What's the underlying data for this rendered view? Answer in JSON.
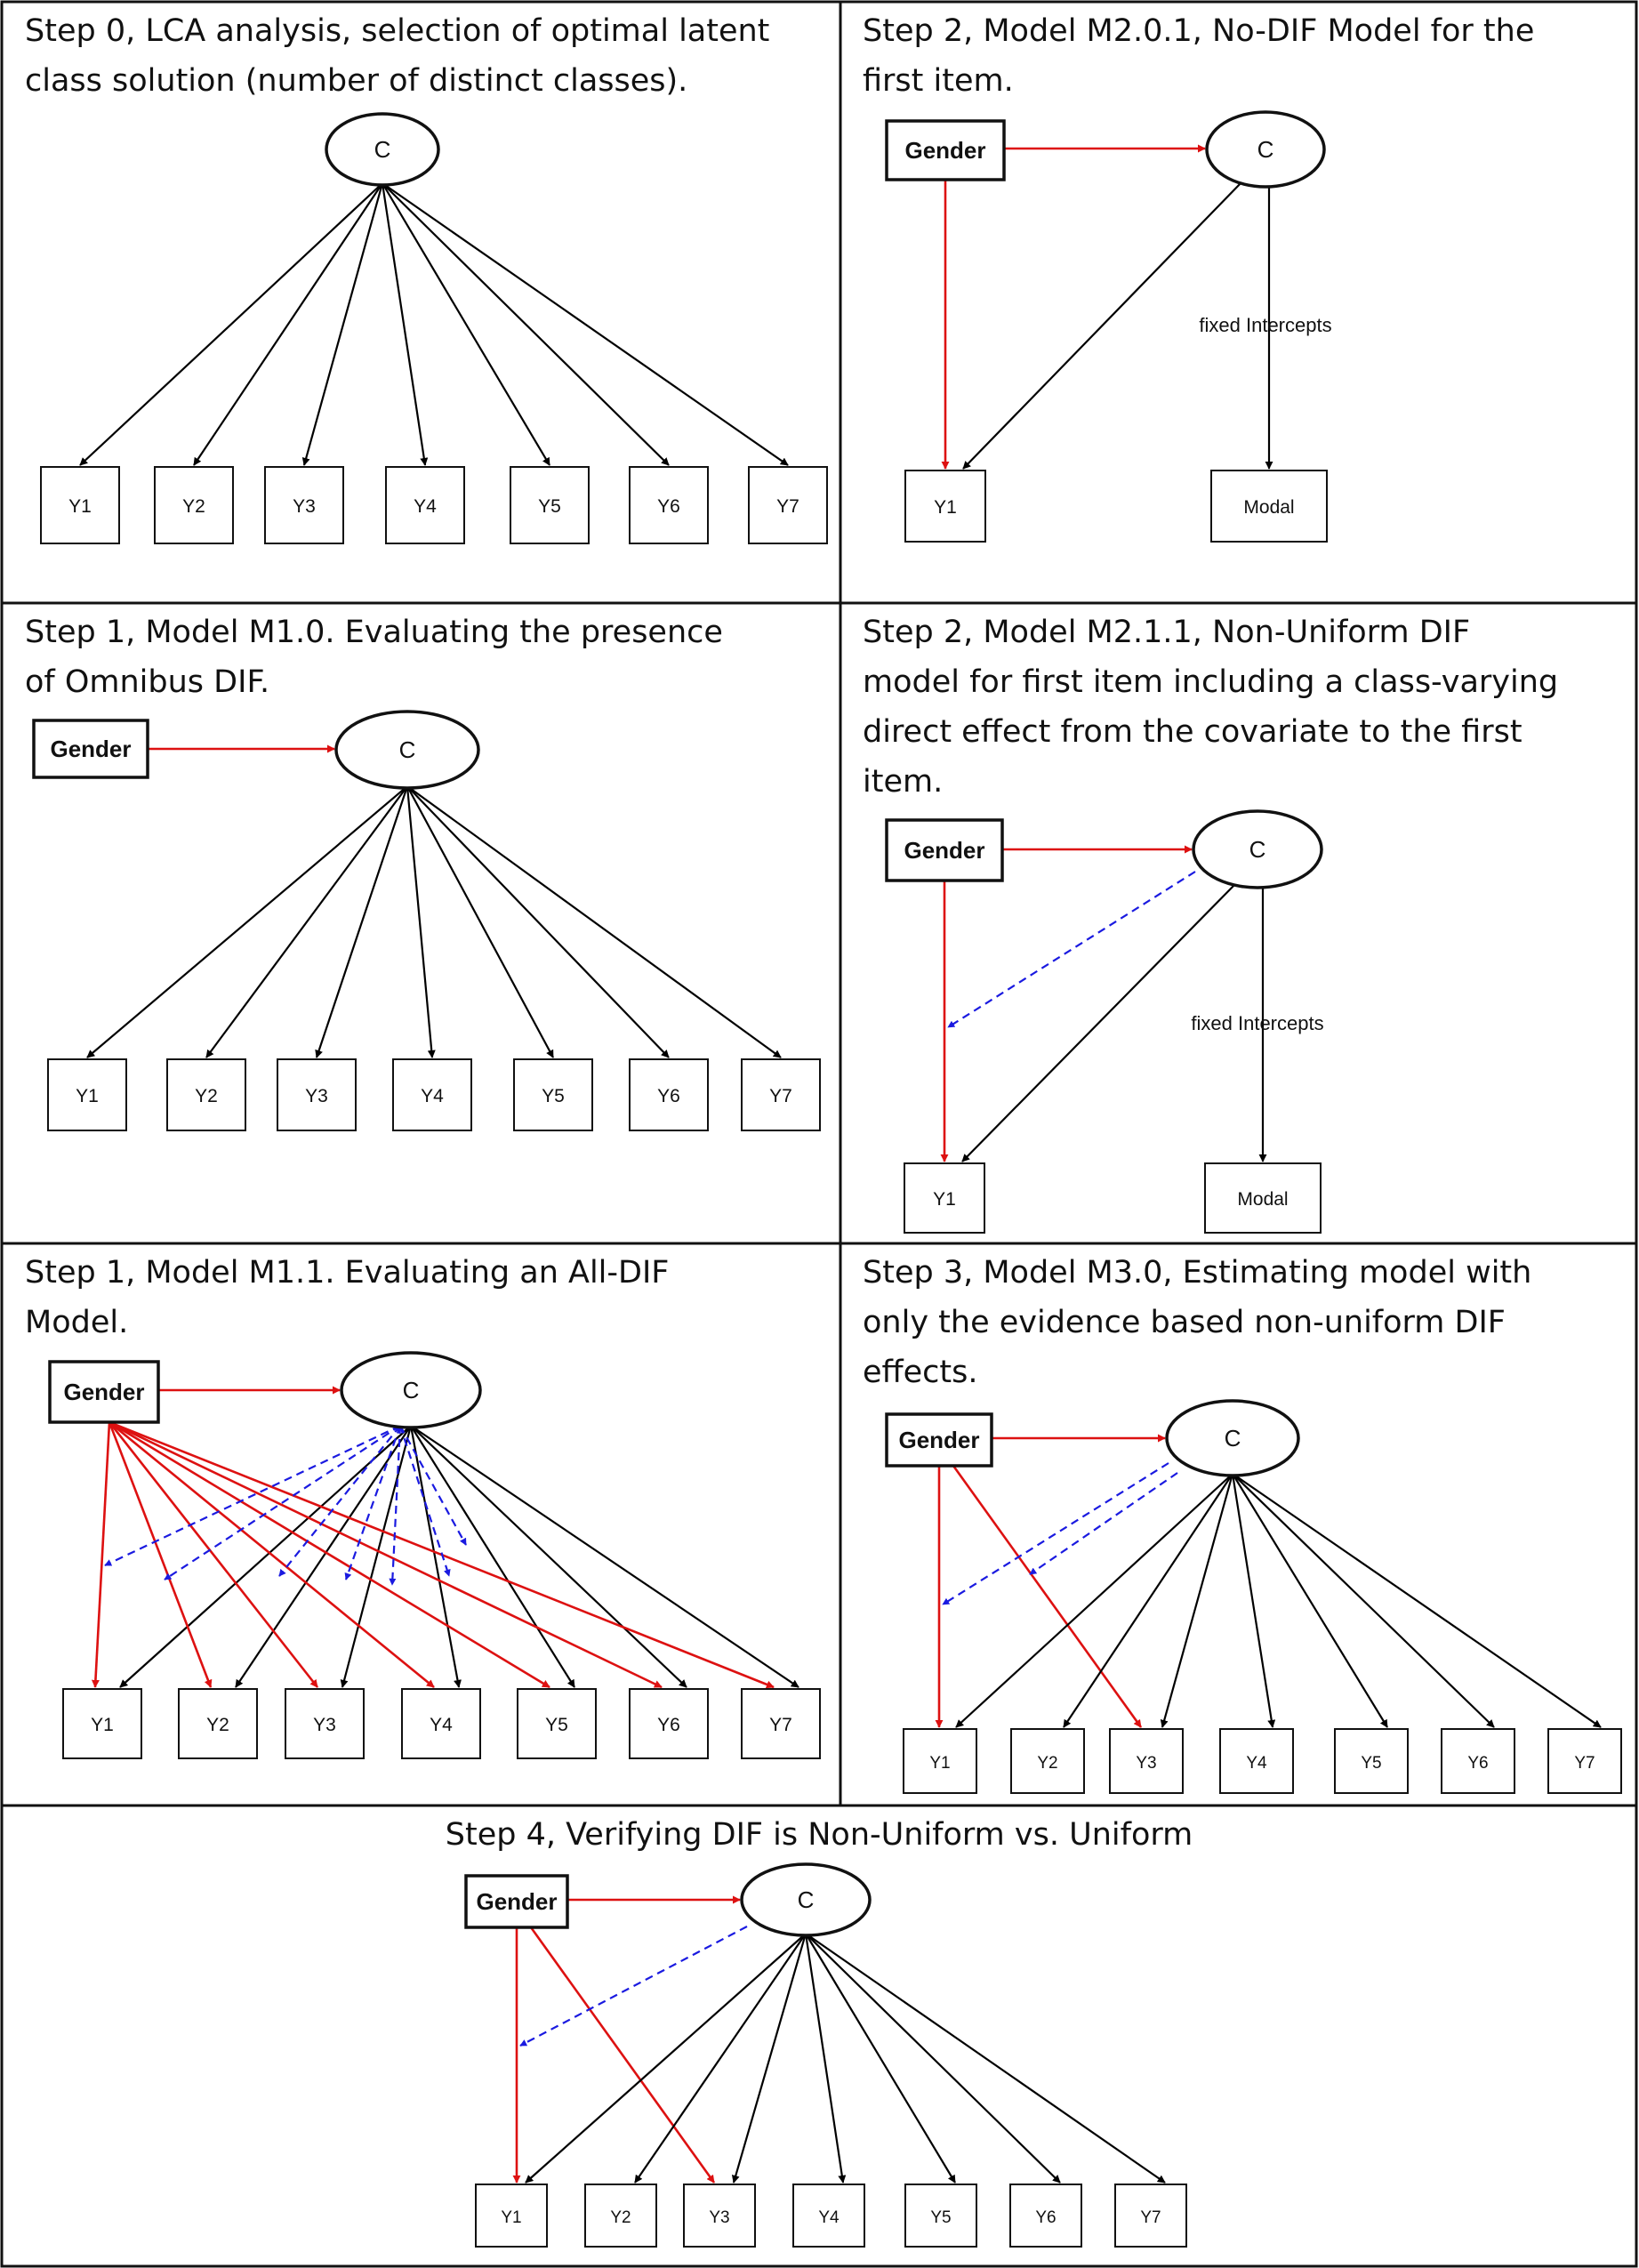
{
  "colors": {
    "black_path": "#000000",
    "red_path": "#dd1111",
    "blue_dashed_path": "#1a1ae0",
    "border": "#111111"
  },
  "panels": [
    {
      "id": "step0",
      "title_lines": [
        "Step 0, LCA analysis, selection of optimal latent",
        "class solution (number of distinct classes)."
      ],
      "latent": "C",
      "covariate": null,
      "items": [
        "Y1",
        "Y2",
        "Y3",
        "Y4",
        "Y5",
        "Y6",
        "Y7"
      ]
    },
    {
      "id": "step2-m201",
      "title_lines": [
        "Step 2, Model M2.0.1, No-DIF Model for the",
        "first item."
      ],
      "latent": "C",
      "covariate": "Gender",
      "items": [
        "Y1",
        "Modal"
      ],
      "edge_label": "fixed Intercepts"
    },
    {
      "id": "step1-m10",
      "title_lines": [
        "Step 1, Model M1.0. Evaluating the presence",
        "of Omnibus DIF."
      ],
      "latent": "C",
      "covariate": "Gender",
      "items": [
        "Y1",
        "Y2",
        "Y3",
        "Y4",
        "Y5",
        "Y6",
        "Y7"
      ]
    },
    {
      "id": "step2-m211",
      "title_lines": [
        "Step 2, Model M2.1.1, Non-Uniform DIF",
        "model for first item including a class-varying",
        "direct effect from the covariate to the first",
        "item."
      ],
      "latent": "C",
      "covariate": "Gender",
      "items": [
        "Y1",
        "Modal"
      ],
      "edge_label": "fixed Intercepts"
    },
    {
      "id": "step1-m11",
      "title_lines": [
        "Step 1, Model M1.1. Evaluating an All-DIF",
        "Model."
      ],
      "latent": "C",
      "covariate": "Gender",
      "items": [
        "Y1",
        "Y2",
        "Y3",
        "Y4",
        "Y5",
        "Y6",
        "Y7"
      ]
    },
    {
      "id": "step3-m30",
      "title_lines": [
        "Step 3, Model M3.0, Estimating model with",
        "only the evidence based non-uniform DIF",
        "effects."
      ],
      "latent": "C",
      "covariate": "Gender",
      "items": [
        "Y1",
        "Y2",
        "Y3",
        "Y4",
        "Y5",
        "Y6",
        "Y7"
      ]
    },
    {
      "id": "step4",
      "title_lines": [
        "Step 4, Verifying DIF is Non-Uniform vs. Uniform"
      ],
      "latent": "C",
      "covariate": "Gender",
      "items": [
        "Y1",
        "Y2",
        "Y3",
        "Y4",
        "Y5",
        "Y6",
        "Y7"
      ]
    }
  ]
}
